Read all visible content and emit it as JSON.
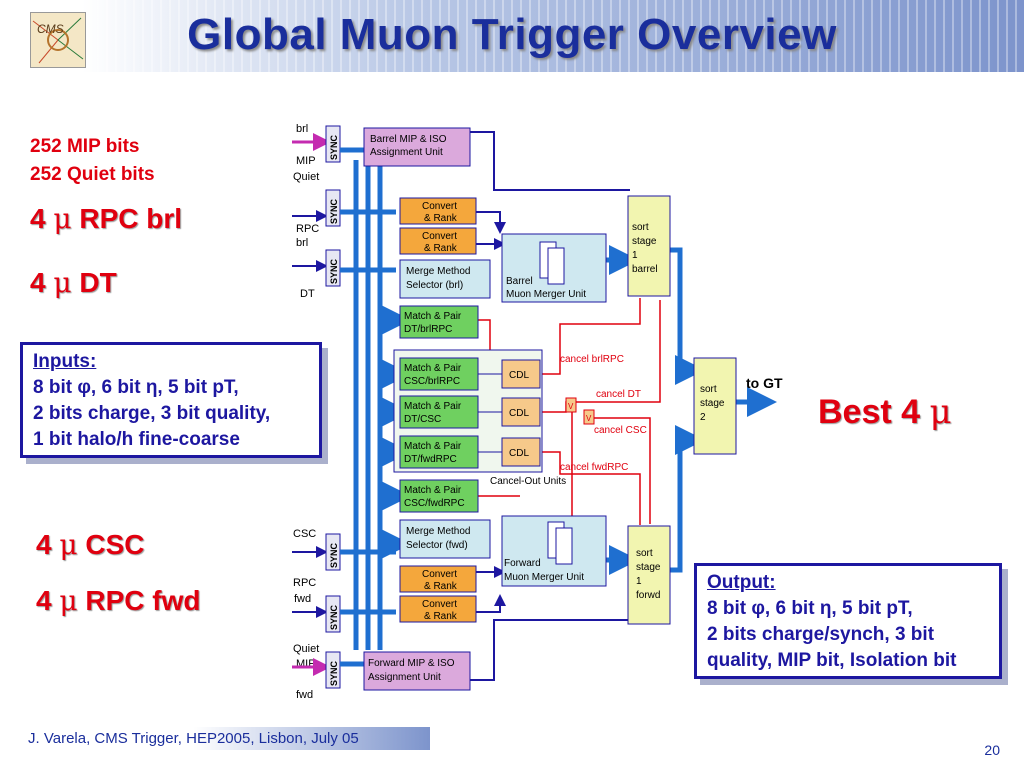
{
  "slide": {
    "title": "Global Muon Trigger Overview",
    "footer": "J. Varela, CMS Trigger, HEP2005, Lisbon, July 05",
    "page_number": "20",
    "logo_text": "CMS"
  },
  "left_labels": {
    "mip_bits": "252 MIP bits",
    "quiet_bits": "252 Quiet bits",
    "rpc_brl": {
      "count": "4",
      "mu": "μ",
      "text": "RPC brl"
    },
    "dt": {
      "count": "4",
      "mu": "μ",
      "text": "DT"
    },
    "csc": {
      "count": "4",
      "mu": "μ",
      "text": "CSC"
    },
    "rpc_fwd": {
      "count": "4",
      "mu": "μ",
      "text": "RPC fwd"
    }
  },
  "inputs_box": {
    "heading": "Inputs:",
    "line1": "8 bit φ, 6 bit η, 5 bit pT,",
    "line2": "2 bits charge, 3 bit quality,",
    "line3": "1 bit halo/h fine-coarse"
  },
  "output_box": {
    "heading": "Output:",
    "line1": "8 bit φ, 6 bit η, 5 bit pT,",
    "line2": "2 bits charge/synch, 3 bit",
    "line3": "quality, MIP bit, Isolation bit"
  },
  "best": {
    "text": "Best 4",
    "mu": "μ"
  },
  "diagram": {
    "inputs": {
      "brl": "brl",
      "mip": "MIP",
      "quiet": "Quiet",
      "rpc": "RPC",
      "brl2": "brl",
      "dt": "DT",
      "csc": "CSC",
      "rpc2": "RPC",
      "fwd": "fwd",
      "quiet2": "Quiet",
      "mip2": "MIP",
      "fwd2": "fwd"
    },
    "sync": "SYNC",
    "barrel_mip_iso": [
      "Barrel MIP & ISO",
      "Assignment Unit"
    ],
    "forward_mip_iso": [
      "Forward MIP & ISO",
      "Assignment Unit"
    ],
    "convert_rank": [
      "Convert",
      "& Rank"
    ],
    "merge_brl": [
      "Merge Method",
      "Selector (brl)"
    ],
    "merge_fwd": [
      "Merge Method",
      "Selector (fwd)"
    ],
    "barrel_merger": [
      "Barrel",
      "Muon Merger Unit"
    ],
    "forward_merger": [
      "Forward",
      "Muon Merger Unit"
    ],
    "match_dt_brlrpc": [
      "Match & Pair",
      "DT/brlRPC"
    ],
    "match_csc_brlrpc": [
      "Match & Pair",
      "CSC/brlRPC"
    ],
    "match_dt_csc": [
      "Match & Pair",
      "DT/CSC"
    ],
    "match_dt_fwdrpc": [
      "Match & Pair",
      "DT/fwdRPC"
    ],
    "match_csc_fwdrpc": [
      "Match & Pair",
      "CSC/fwdRPC"
    ],
    "cdl": "CDL",
    "cancel_out": "Cancel-Out Units",
    "cancel_brlrpc": "cancel brlRPC",
    "cancel_dt": "cancel DT",
    "cancel_csc": "cancel CSC",
    "cancel_fwdrpc": "cancel fwdRPC",
    "or_sym": "V",
    "sort1_barrel": [
      "sort",
      "stage",
      "1",
      "barrel"
    ],
    "sort1_forw": [
      "sort",
      "stage",
      "1",
      "forwd"
    ],
    "sort2": [
      "sort",
      "stage",
      "2"
    ],
    "to_gt": "to GT"
  },
  "colors": {
    "title": "#1a2e9c",
    "red": "#e0000f",
    "blue_arrow": "#1f6fd0",
    "navy_arrow": "#1d17a0",
    "cancel_line": "#e0000f",
    "convert_fill": "#f4a73c",
    "match_fill": "#6fd060",
    "merge_fill": "#cfe8f0",
    "mip_fill": "#dba9dc",
    "sort_fill": "#f2f5b0",
    "cdl_fill": "#f6c98a"
  }
}
